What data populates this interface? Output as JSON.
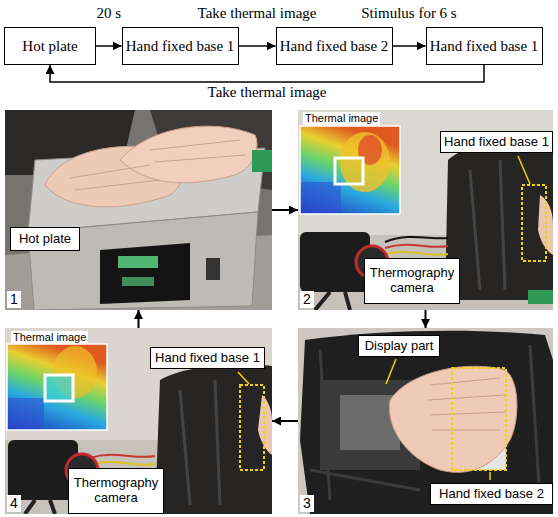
{
  "diagram": {
    "nodes": [
      {
        "text": [
          "Hot plate"
        ]
      },
      {
        "text": [
          "Hand fixed base 1"
        ]
      },
      {
        "text": [
          "Hand fixed base 2"
        ]
      },
      {
        "text": [
          "Hand fixed base 1"
        ]
      },
      {
        "text": [
          "1"
        ]
      },
      {
        "text": [
          "Hot plate"
        ],
        "in": 4
      },
      {
        "text": [
          "2"
        ]
      },
      {
        "text": [
          "Hand fixed base 1"
        ],
        "in": 6
      },
      {
        "text": [
          "Thermography camera"
        ],
        "in": 6
      },
      {
        "text": [
          "3"
        ]
      },
      {
        "text": [
          "Display part"
        ],
        "in": 9
      },
      {
        "text": [
          "Hand fixed base 2"
        ],
        "in": 9
      },
      {
        "text": [
          "4"
        ]
      },
      {
        "text": [
          "Hand fixed base 1"
        ],
        "in": 12
      },
      {
        "text": [
          "Thermography camera"
        ],
        "in": 12
      }
    ],
    "edges": [
      {
        "from": 0,
        "to": 1,
        "label": "20 s",
        "arrow": "to"
      },
      {
        "from": 1,
        "to": 2,
        "label": "Take thermal image",
        "arrow": "to"
      },
      {
        "from": 2,
        "to": 3,
        "label": "Stimulus for 6 s",
        "arrow": "to"
      },
      {
        "from": 3,
        "to": 0,
        "label": "Take thermal image",
        "arrow": "to"
      },
      {
        "from": 4,
        "to": 6,
        "arrow": "to"
      },
      {
        "from": 6,
        "to": 9,
        "arrow": "to"
      },
      {
        "from": 9,
        "to": 12,
        "arrow": "to"
      },
      {
        "from": 12,
        "to": 4,
        "arrow": "to"
      }
    ],
    "labels": [
      "Thermal image",
      "Thermal image"
    ]
  }
}
